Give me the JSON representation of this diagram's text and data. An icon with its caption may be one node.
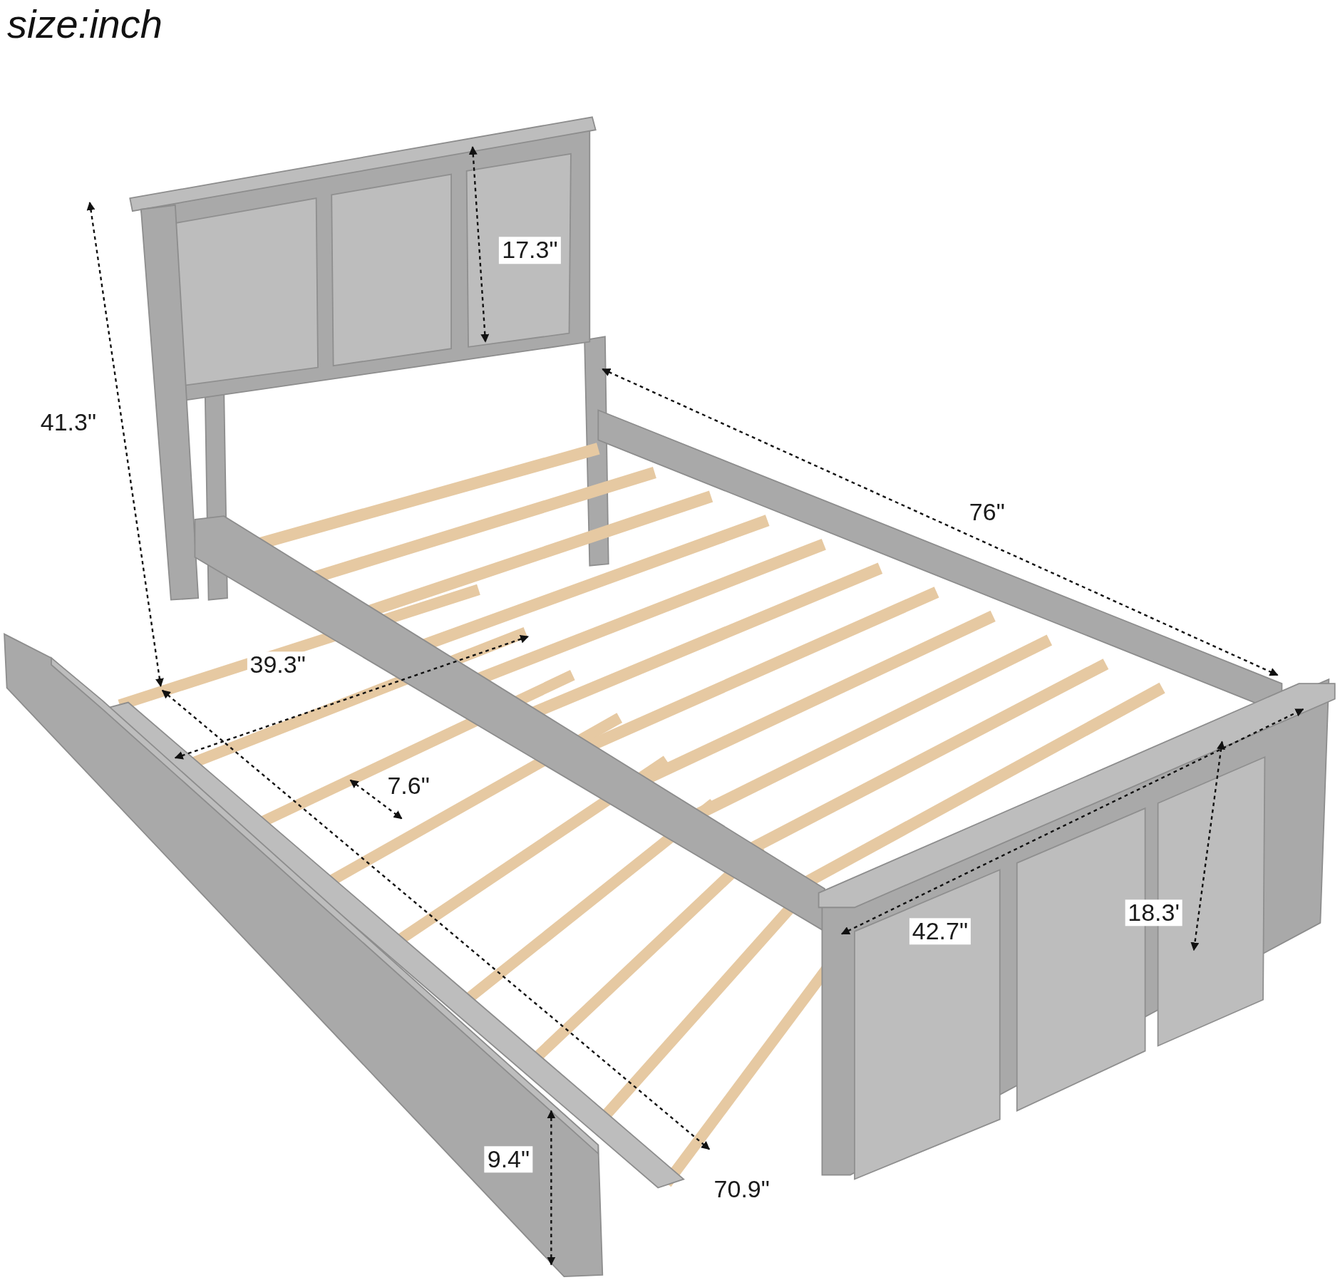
{
  "diagram": {
    "title": "size:inch",
    "labels": [
      "17.3\"",
      "41.3\"",
      "76\"",
      "39.3\"",
      "7.6\"",
      "42.7\"",
      "18.3'",
      "9.4\"",
      "70.9\""
    ]
  }
}
